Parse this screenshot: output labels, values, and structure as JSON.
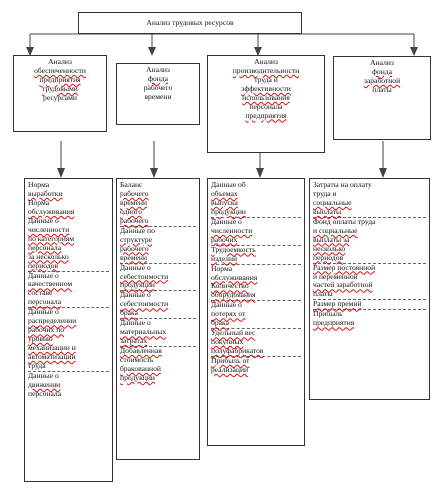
{
  "root": {
    "label": "Анализ трудовых ресурсов"
  },
  "categories": [
    {
      "lines": [
        "Анализ",
        "обеспеченности",
        "предприятия",
        "трудовыми",
        "ресурсами"
      ]
    },
    {
      "lines": [
        "Анализ",
        "фонда",
        "рабочего",
        "времени"
      ]
    },
    {
      "lines": [
        "Анализ",
        "производительности",
        "труда и",
        "эффективности",
        "использования",
        "персонала",
        "предприятия"
      ]
    },
    {
      "lines": [
        "Анализ",
        "фонда",
        "заработной",
        "платы"
      ]
    }
  ],
  "details": [
    {
      "lines": [
        "Норма",
        "выработки",
        "Норма",
        "обслуживания",
        "Данные о",
        "численности",
        "по категориям",
        "персонала",
        "за несколько",
        "периодов",
        "Данные о",
        "качественном",
        "составе",
        "персонала",
        "Данные о",
        "распределении",
        "рабочих по",
        "уровню",
        "механизации и",
        "автоматизации",
        "труда",
        "Данные о",
        "движении",
        "персонала"
      ]
    },
    {
      "lines": [
        "Баланс",
        "рабочего",
        "времени",
        "одного",
        "рабочего",
        "Данные по",
        "структуре",
        "рабочего",
        "времени",
        "Данные о",
        "себестоимости",
        "продукции",
        "Данные о",
        "себестоимости",
        "брака",
        "Данные о",
        "материальных",
        "затратах",
        "Добавленная",
        "стоимость",
        "бракованной",
        "продукции"
      ]
    },
    {
      "lines": [
        "Данные об",
        "объемах",
        "выпуска",
        "продукции",
        "Данные о",
        "численности",
        "рабочих",
        "Трудоемкость",
        "изделий",
        "Норма",
        "обслуживания",
        "Количество",
        "оборудования",
        "Данные о",
        "потерях от",
        "брака",
        "Удельный вес",
        "покупных",
        "полуфабрикатов",
        "Прибыль от",
        "реализации"
      ]
    },
    {
      "lines": [
        "Затраты на оплату",
        "труда и",
        "социальные",
        "выплаты",
        "Фонд оплаты труда",
        "и социальные",
        "выплаты за",
        "несколько",
        "периодов",
        "Размер постоянной",
        "и переменной",
        "частей заработной",
        "платы",
        "Размер премий",
        "Прибыль",
        "предприятия"
      ]
    }
  ]
}
